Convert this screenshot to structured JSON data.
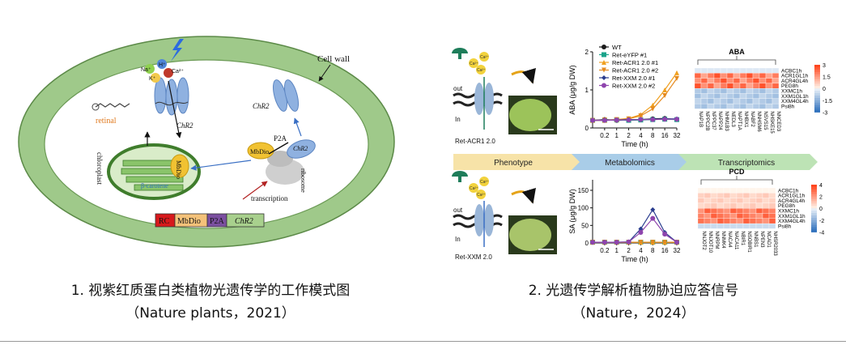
{
  "figure1": {
    "cell_wall_label": "Cell wall",
    "retinal_label": "retinal",
    "chr2_membrane_label": "ChR2",
    "chr2_vesicle_label": "ChR2",
    "chloroplast_label": "chloroplast",
    "mbdio_chloroplast_label": "MbDio",
    "beta_carotene_label": "β-carotene",
    "p2a_label": "P2A",
    "mbdio_ribosome_label": "MbDio",
    "chr2_ribosome_label": "ChR2",
    "ribosome_label": "ribosome",
    "transcription_label": "transcription",
    "ion_labels": [
      "Na⁺",
      "H⁺",
      "K⁺",
      "Ca²⁺"
    ],
    "construct": [
      "RC",
      "MbDio",
      "P2A",
      "ChR2"
    ],
    "construct_colors": [
      "#d7191c",
      "#f4c27a",
      "#7b4fa0",
      "#a8d08d"
    ]
  },
  "figure2": {
    "top_ion_labels": [
      "Ca²⁺",
      "Ca²⁺",
      "Ca²⁺"
    ],
    "bottom_ion_labels": [
      "Ca²⁺",
      "Ca²⁺",
      "Ca²⁺"
    ],
    "out_label": "out",
    "in_label": "In",
    "top_line_label": "Ret-ACR1 2.0",
    "bottom_line_label": "Ret-XXM 2.0",
    "stages": [
      "Phenotype",
      "Metabolomics",
      "Transcriptomics"
    ],
    "stage_colors": [
      "#f7e3a8",
      "#a9cde8",
      "#bde3b5"
    ],
    "heatmap_top_title": "ABA",
    "heatmap_bottom_title": "PCD",
    "heatmap_rows": [
      "ACBC1h",
      "ACR1GL1h",
      "ACR4GL4h",
      "PEG8h",
      "XXMC1h",
      "XXM1GL1h",
      "XXM4GL4h",
      "Psi8h"
    ],
    "heatmap_top_scale": [
      "3",
      "1.5",
      "0",
      "-1.5",
      "-3"
    ],
    "heatmap_bottom_scale": [
      "4",
      "2",
      "0",
      "-2",
      "-4"
    ],
    "heatmap_top_genes": [
      "NAP1B",
      "NPPC2B",
      "NPPC37",
      "NAPP24",
      "NHM1B3",
      "NEDL3",
      "NAPT1A",
      "NHBX1",
      "NABF2",
      "NNHSM6",
      "NSVS15",
      "NHSKE15",
      "NNCED3"
    ],
    "heatmap_bottom_genes": [
      "NNJOT2",
      "NNJOT10",
      "NNRPM",
      "NNMK4",
      "NACA4",
      "NACA11",
      "NBIR1",
      "NSOBIR1",
      "NNBS1",
      "NPEN3",
      "NCAD1",
      "NHSR2033"
    ]
  },
  "chart_data": [
    {
      "type": "line",
      "title": "",
      "xlabel": "Time (h)",
      "ylabel": "ABA (μg/g DW)",
      "x_tick_labels": [
        "0.2",
        "1",
        "2",
        "4",
        "8",
        "16",
        "32"
      ],
      "ylim": [
        0,
        2
      ],
      "y_ticks": [
        0,
        1,
        2
      ],
      "legend_position": "top-left",
      "series": [
        {
          "name": "WT",
          "color": "#1a1a1a",
          "marker": "circle",
          "values": [
            0.2,
            0.22,
            0.2,
            0.21,
            0.22,
            0.24,
            0.25,
            0.22
          ]
        },
        {
          "name": "Ret-eYFP #1",
          "color": "#1aa38a",
          "marker": "square",
          "values": [
            0.2,
            0.2,
            0.21,
            0.2,
            0.21,
            0.22,
            0.23,
            0.22
          ]
        },
        {
          "name": "Ret-ACR1 2.0 #1",
          "color": "#f0a020",
          "marker": "triangle",
          "values": [
            0.2,
            0.2,
            0.22,
            0.25,
            0.35,
            0.6,
            1.0,
            1.45
          ]
        },
        {
          "name": "Ret-ACR1 2.0 #2",
          "color": "#e58a1f",
          "marker": "triangle-down",
          "values": [
            0.2,
            0.21,
            0.22,
            0.24,
            0.32,
            0.5,
            0.85,
            1.3
          ]
        },
        {
          "name": "Ret-XXM 2.0 #1",
          "color": "#2a3d8f",
          "marker": "diamond",
          "values": [
            0.2,
            0.21,
            0.21,
            0.22,
            0.22,
            0.23,
            0.24,
            0.24
          ]
        },
        {
          "name": "Ret-XXM 2.0 #2",
          "color": "#8e44ad",
          "marker": "hexagon",
          "values": [
            0.2,
            0.2,
            0.21,
            0.21,
            0.22,
            0.22,
            0.23,
            0.23
          ]
        }
      ]
    },
    {
      "type": "line",
      "title": "",
      "xlabel": "Time (h)",
      "ylabel": "SA (μg/g DW)",
      "x_tick_labels": [
        "0.2",
        "1",
        "2",
        "4",
        "8",
        "16",
        "32"
      ],
      "ylim": [
        0,
        180
      ],
      "y_ticks": [
        0,
        50,
        100,
        150
      ],
      "series": [
        {
          "name": "WT",
          "color": "#1a1a1a",
          "marker": "circle",
          "values": [
            2,
            2,
            2,
            2,
            2,
            2,
            2,
            2
          ]
        },
        {
          "name": "Ret-eYFP #1",
          "color": "#1aa38a",
          "marker": "square",
          "values": [
            2,
            2,
            2,
            2,
            2,
            2,
            2,
            2
          ]
        },
        {
          "name": "Ret-ACR1 2.0 #1",
          "color": "#f0a020",
          "marker": "triangle",
          "values": [
            2,
            2,
            2,
            2,
            2,
            2,
            2,
            2
          ]
        },
        {
          "name": "Ret-ACR1 2.0 #2",
          "color": "#e58a1f",
          "marker": "triangle-down",
          "values": [
            2,
            2,
            2,
            2,
            2,
            2,
            2,
            2
          ]
        },
        {
          "name": "Ret-XXM 2.0 #1",
          "color": "#2a3d8f",
          "marker": "diamond",
          "values": [
            2,
            2,
            2,
            3,
            40,
            95,
            30,
            2
          ]
        },
        {
          "name": "Ret-XXM 2.0 #2",
          "color": "#8e44ad",
          "marker": "hexagon",
          "values": [
            2,
            2,
            2,
            3,
            30,
            70,
            25,
            2
          ]
        }
      ]
    }
  ],
  "captions": {
    "left_line1": "1.  视紫红质蛋白类植物光遗传学的工作模式图",
    "left_line2": "（Nature plants，2021）",
    "right_line1": "2. 光遗传学解析植物胁迫应答信号",
    "right_line2": "（Nature，2024）"
  }
}
